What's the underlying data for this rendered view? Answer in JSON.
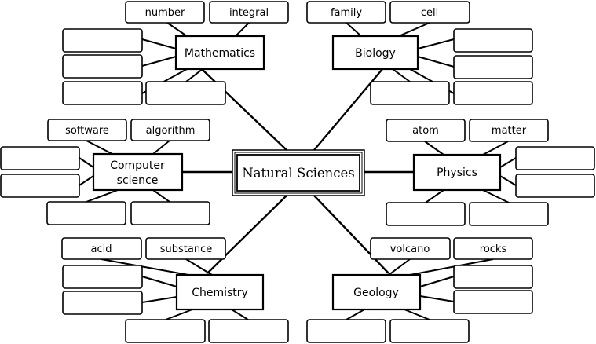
{
  "center": {
    "label": "Natural Sciences"
  },
  "topics": {
    "mathematics": {
      "label": "Mathematics",
      "words": [
        "number",
        "integral"
      ]
    },
    "biology": {
      "label": "Biology",
      "words": [
        "family",
        "cell"
      ]
    },
    "computer_science": {
      "label_lines": [
        "Computer",
        "science"
      ],
      "words": [
        "software",
        "algorithm"
      ]
    },
    "physics": {
      "label": "Physics",
      "words": [
        "atom",
        "matter"
      ]
    },
    "chemistry": {
      "label": "Chemistry",
      "words": [
        "acid",
        "substance"
      ]
    },
    "geology": {
      "label": "Geology",
      "words": [
        "volcano",
        "rocks"
      ]
    }
  }
}
